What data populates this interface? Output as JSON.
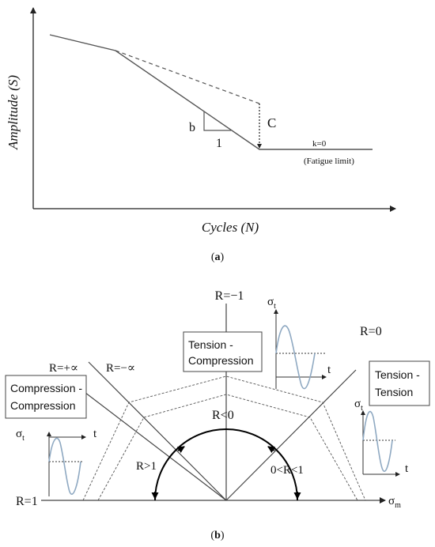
{
  "panel_a": {
    "y_axis_label": "Amplitude (S)",
    "x_axis_label": "Cycles (N)",
    "slope_b": "b",
    "slope_run": "1",
    "point_c": "C",
    "k_label": "k=0",
    "fatigue_label": "(Fatigue limit)",
    "caption_open": "(",
    "caption_letter": "a",
    "caption_close": ")"
  },
  "panel_b": {
    "r_top": "R=−1",
    "r_zero": "R=0",
    "r_plus_inf": "R=+∝",
    "r_minus_inf": "R=−∝",
    "r_one": "R=1",
    "r_less_zero": "R<0",
    "r_greater_one": "R>1",
    "r_between": "0<R<1",
    "box_tc_line1": "Tension -",
    "box_tc_line2": "Compression",
    "box_tt_line1": "Tension -",
    "box_tt_line2": "Tension",
    "box_cc_line1": "Compression -",
    "box_cc_line2": "Compression",
    "sigma_t_base": "σ",
    "sigma_t_sub": "t",
    "sigma_m_base": "σ",
    "sigma_m_sub": "m",
    "time_label": "t",
    "caption_open": "(",
    "caption_letter": "b",
    "caption_close": ")"
  },
  "colors": {
    "line": "#555555",
    "wave": "#8fa9c2",
    "arc": "#000000"
  }
}
